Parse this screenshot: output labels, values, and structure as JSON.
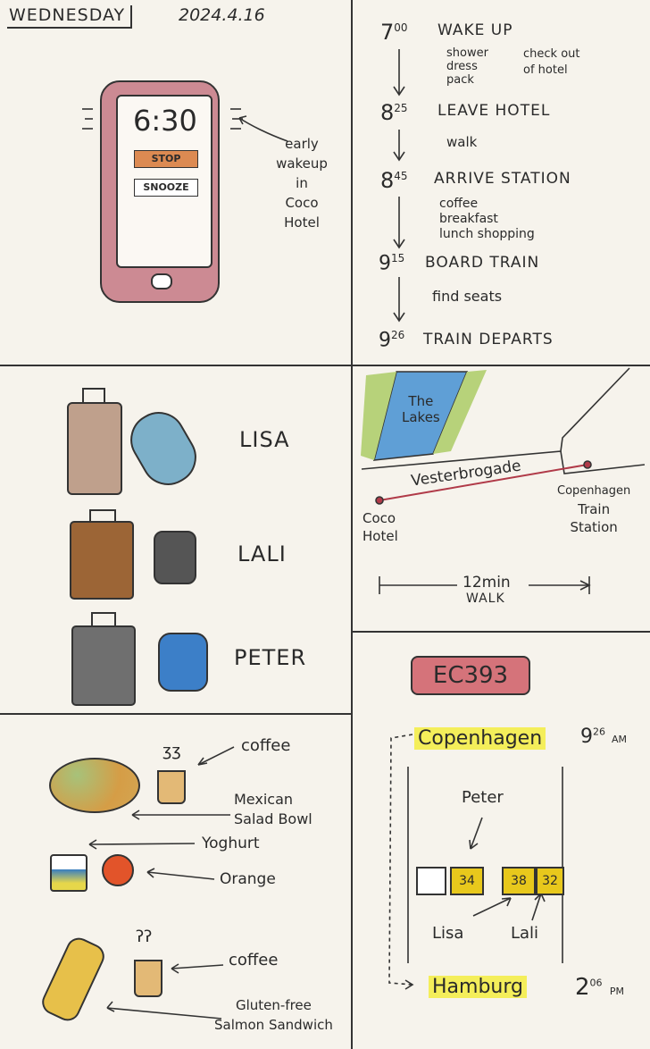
{
  "header": {
    "day": "WEDNESDAY",
    "date": "2024.4.16"
  },
  "phone": {
    "time": "6:30",
    "stop": "STOP",
    "snooze": "SNOOZE",
    "note": [
      "early",
      "wakeup",
      "in",
      "Coco",
      "Hotel"
    ]
  },
  "schedule": [
    {
      "h": "7",
      "m": "00",
      "event": "WAKE UP",
      "notes": [
        "shower",
        "dress",
        "pack"
      ],
      "notes2": [
        "check out",
        "of hotel"
      ]
    },
    {
      "h": "8",
      "m": "25",
      "event": "LEAVE HOTEL",
      "notes": [
        "walk"
      ]
    },
    {
      "h": "8",
      "m": "45",
      "event": "ARRIVE STATION",
      "notes": [
        "coffee",
        "breakfast",
        "lunch shopping"
      ]
    },
    {
      "h": "9",
      "m": "15",
      "event": "BOARD TRAIN",
      "notes": [
        "find seats"
      ]
    },
    {
      "h": "9",
      "m": "26",
      "event": "TRAIN DEPARTS",
      "notes": []
    }
  ],
  "luggage": [
    "LISA",
    "LALI",
    "PETER"
  ],
  "map": {
    "lakes": [
      "The",
      "Lakes"
    ],
    "street": "Vesterbrogade",
    "from": [
      "Coco",
      "Hotel"
    ],
    "to": [
      "Copenhagen",
      "Train",
      "Station"
    ],
    "walk_time": "12min",
    "walk": "WALK"
  },
  "food": {
    "coffee1": "coffee",
    "bowl": [
      "Mexican",
      "Salad Bowl"
    ],
    "yoghurt": "Yoghurt",
    "orange": "Orange",
    "coffee2": "coffee",
    "sandwich": [
      "Gluten-free",
      "Salmon Sandwich"
    ]
  },
  "train": {
    "number": "EC393",
    "from": "Copenhagen",
    "dep_h": "9",
    "dep_m": "26",
    "dep_ampm": "AM",
    "to": "Hamburg",
    "arr_h": "2",
    "arr_m": "06",
    "arr_ampm": "PM",
    "seats": [
      "",
      "34",
      "38",
      "32"
    ],
    "peter": "Peter",
    "lisa": "Lisa",
    "lali": "Lali"
  },
  "colors": {
    "ink": "#2b2b2b",
    "phone": "#c9848f",
    "stop": "#d98a55",
    "yellow": "#f2ea4a",
    "seat": "#e6c81c",
    "train_box": "#c8656b"
  }
}
